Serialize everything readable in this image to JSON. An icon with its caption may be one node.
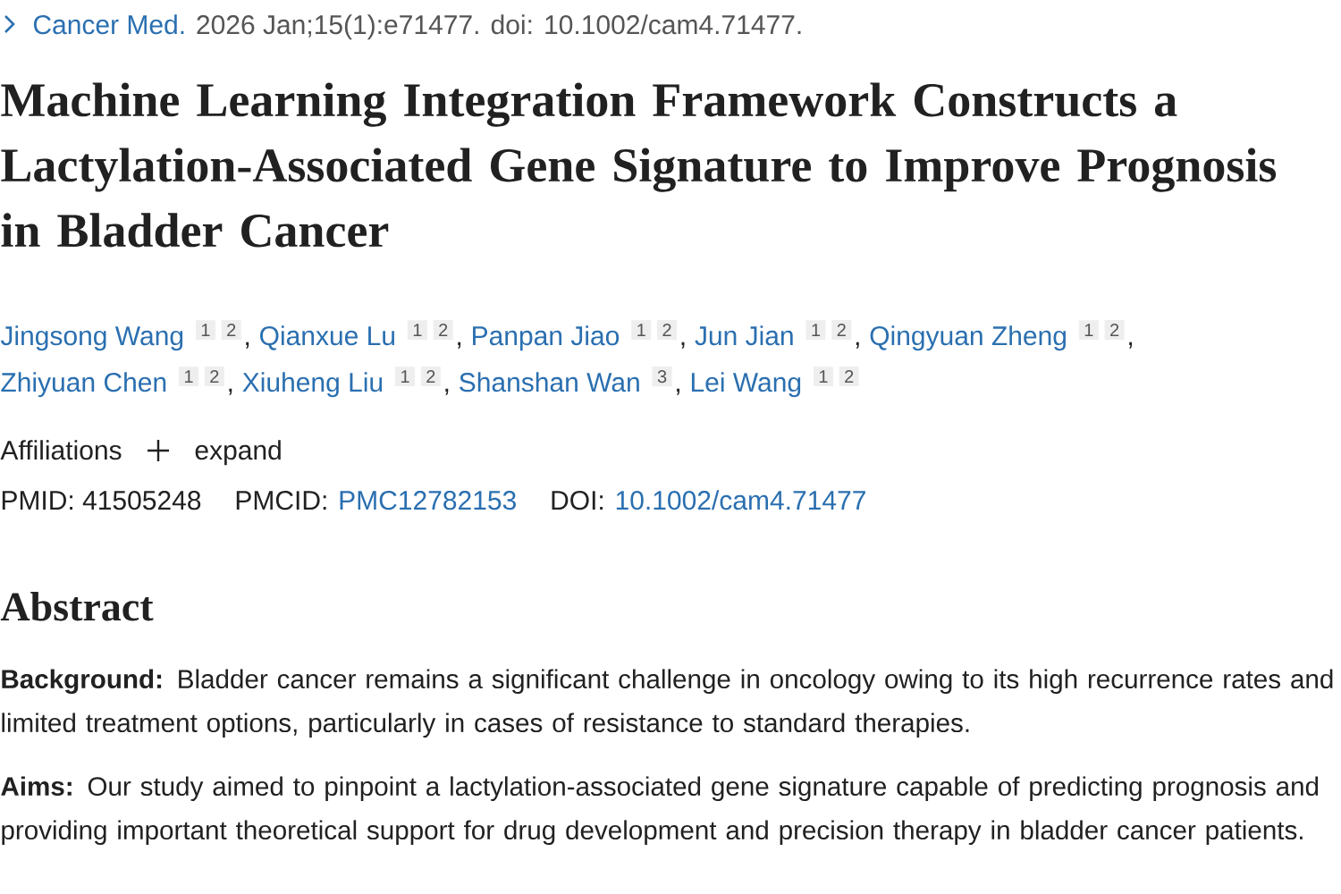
{
  "diagram": {
    "title": "Machine Learning Integration Framework Constructs a Lactylation-Associated Gene Signature to Improve Prognosis in Bladder Cancer",
    "labels": [
      "Cancer Med.",
      "2026 Jan;15(1):e71477. doi: 10.1002/cam4.71477.",
      "Jingsong Wang",
      "1",
      "2",
      ",",
      "Qianxue Lu",
      "1",
      "2",
      ",",
      "Panpan Jiao",
      "1",
      "2",
      ",",
      "Jun Jian",
      "1",
      "2",
      ",",
      "Qingyuan Zheng",
      "1",
      "2",
      ",",
      "Zhiyuan Chen",
      "1",
      "2",
      ",",
      "Xiuheng Liu",
      "1",
      "2",
      ",",
      "Shanshan Wan",
      "3",
      ",",
      "Lei Wang",
      "1",
      "2",
      "Affiliations",
      "expand",
      "PMID: 41505248",
      "PMCID:",
      "PMC12782153",
      "DOI:",
      "10.1002/cam4.71477",
      "Abstract",
      "**Background:** Bladder cancer remains a significant challenge in oncology owing to its high recurrence rates and limited treatment options, particularly in cases of resistance to standard therapies.",
      "**Aims:** Our study aimed to pinpoint a lactylation-associated gene signature capable of predicting prognosis and providing important theoretical support for drug development and precision therapy in bladder cancer patients."
    ]
  }
}
